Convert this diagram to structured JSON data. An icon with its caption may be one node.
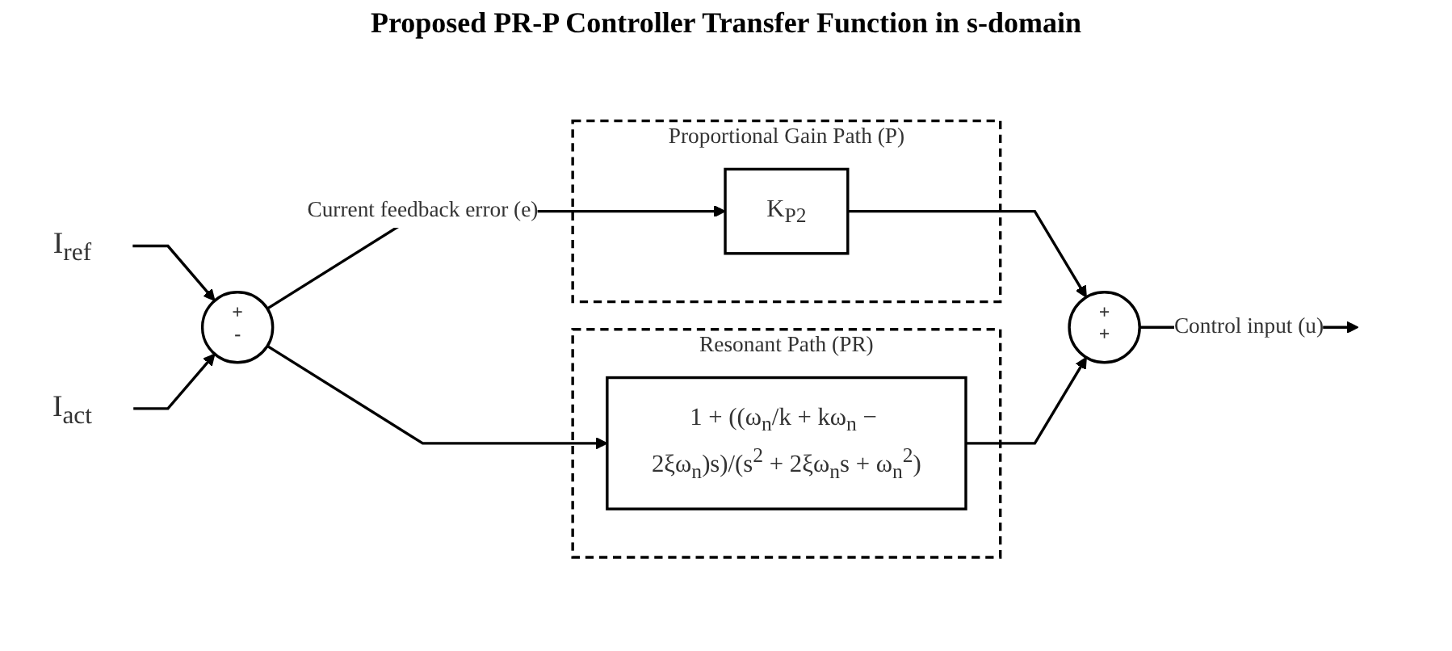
{
  "diagram": {
    "title": "Proposed PR-P Controller Transfer Function in s-domain",
    "nodes": [
      {
        "text": [
          "I$_{ref}$"
        ]
      },
      {
        "text": [
          "+",
          "-"
        ]
      },
      {
        "text": [
          "I$_{act}$"
        ]
      },
      {
        "text": [
          "Proportional Gain Path (P)"
        ]
      },
      {
        "text": [
          "K$_{P2}$"
        ],
        "in": 3
      },
      {
        "text": [
          "Resonant Path (PR)"
        ]
      },
      {
        "text": [
          "1 + ((ω$_{n}$/k + kω$_{n}$ − 2ξω$_{n}$)s)/(s$^{2}$ + 2ξω$_{n}$s + ω$_{n}$$^{2}$)"
        ],
        "in": 5
      },
      {
        "text": [
          "+",
          "+"
        ]
      }
    ],
    "edges": [
      {
        "from": 0,
        "to": 1,
        "arrow": "to"
      },
      {
        "from": 2,
        "to": 1,
        "arrow": "to"
      },
      {
        "from": 1,
        "to": 4,
        "arrow": "to",
        "label": "Current feedback error (e)"
      },
      {
        "from": 1,
        "to": 6,
        "arrow": "to"
      },
      {
        "from": 4,
        "to": 7,
        "arrow": "to"
      },
      {
        "from": 6,
        "to": 7,
        "arrow": "to"
      },
      {
        "from": 7,
        "to": null,
        "arrow": "to",
        "label": "Control input (u)"
      }
    ]
  }
}
